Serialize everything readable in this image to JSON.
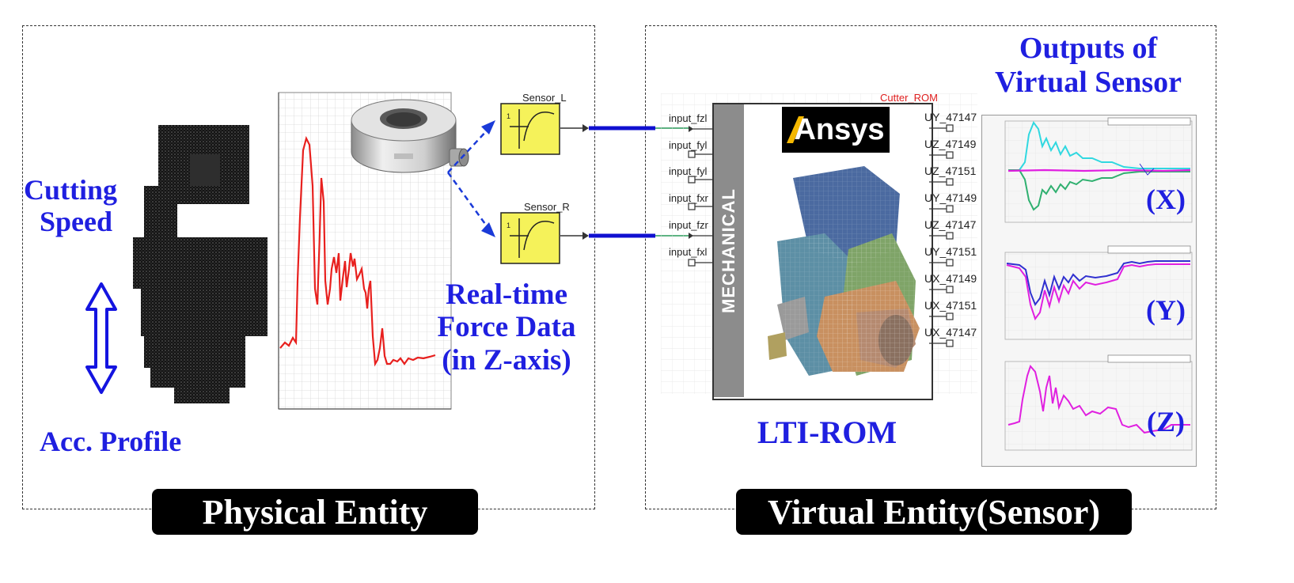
{
  "physical": {
    "cutting_speed_l1": "Cutting",
    "cutting_speed_l2": "Speed",
    "acc_profile": "Acc. Profile",
    "force_l1": "Real-time",
    "force_l2": "Force Data",
    "force_l3": "(in Z-axis)",
    "sensor_l": "Sensor_L",
    "sensor_r": "Sensor_R",
    "banner": "Physical Entity"
  },
  "virtual": {
    "cutter_rom": "Cutter_ROM",
    "ansys_logo": "Ansys",
    "mechanical": "MECHANICAL",
    "lti_rom": "LTI-ROM",
    "outputs_l1": "Outputs of",
    "outputs_l2": "Virtual Sensor",
    "banner": "Virtual Entity(Sensor)",
    "inputs": [
      "input_fzl",
      "input_fyl",
      "input_fyl",
      "input_fxr",
      "input_fzr",
      "input_fxl"
    ],
    "outputs": [
      "UY_47147",
      "UZ_47149",
      "UZ_47151",
      "UY_47149",
      "UZ_47147",
      "UY_47151",
      "UX_47149",
      "UX_47151",
      "UX_47147"
    ],
    "axis_x": "(X)",
    "axis_y": "(Y)",
    "axis_z": "(Z)"
  },
  "colors": {
    "label_blue": "#1f1fe0",
    "force_red": "#e8201e",
    "link_blue": "#1010d0",
    "sensor_yellow": "#f5f25a",
    "series_cyan": "#30d8e0",
    "series_magenta": "#e020e0",
    "series_green": "#30b070",
    "series_blue": "#3030d0"
  }
}
